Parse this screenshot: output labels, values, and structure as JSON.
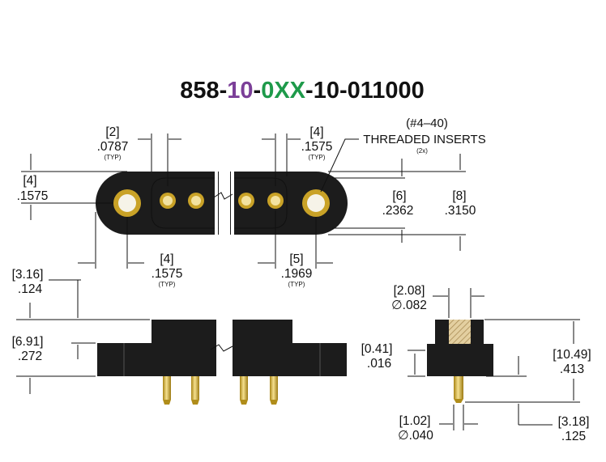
{
  "title": {
    "prefix": "858-",
    "seg1": "10",
    "dash1": "-",
    "seg2": "0XX",
    "suffix": "-10-011000",
    "colors": {
      "base": "#111111",
      "seg1": "#7b3f98",
      "seg2": "#1e9a4a"
    }
  },
  "top_view": {
    "pitch": {
      "mm": "[2]",
      "inch": ".0787",
      "typ": "(TYP)"
    },
    "end_offset": {
      "mm": "[4]",
      "inch": ".1575",
      "typ": "(TYP)"
    },
    "insert_note": {
      "line1": "(#4–40)",
      "line2": "THREADED INSERTS",
      "line3": "(2x)"
    },
    "left_height": {
      "mm": "[4]",
      "inch": ".1575"
    },
    "inner_height": {
      "mm": "[6]",
      "inch": ".2362"
    },
    "overall_height": {
      "mm": "[8]",
      "inch": ".3150"
    },
    "insert_to_pin": {
      "mm": "[4]",
      "inch": ".1575",
      "typ": "(TYP)"
    },
    "pin_to_end": {
      "mm": "[5]",
      "inch": ".1969",
      "typ": "(TYP)"
    }
  },
  "side_view": {
    "top_block": {
      "mm": "[3.16]",
      "inch": ".124"
    },
    "body": {
      "mm": "[6.91]",
      "inch": ".272"
    }
  },
  "end_view": {
    "insert_dia": {
      "mm": "[2.08]",
      "inch": "∅.082"
    },
    "standoff": {
      "mm": "[0.41]",
      "inch": ".016"
    },
    "overall": {
      "mm": "[10.49]",
      "inch": ".413"
    },
    "pin_dia": {
      "mm": "[1.02]",
      "inch": "∅.040"
    },
    "tail": {
      "mm": "[3.18]",
      "inch": ".125"
    }
  },
  "colors": {
    "body": "#1a1a1a",
    "gold": "#c9a227",
    "gold_light": "#f2dc8a",
    "insert": "#d9c59a"
  }
}
